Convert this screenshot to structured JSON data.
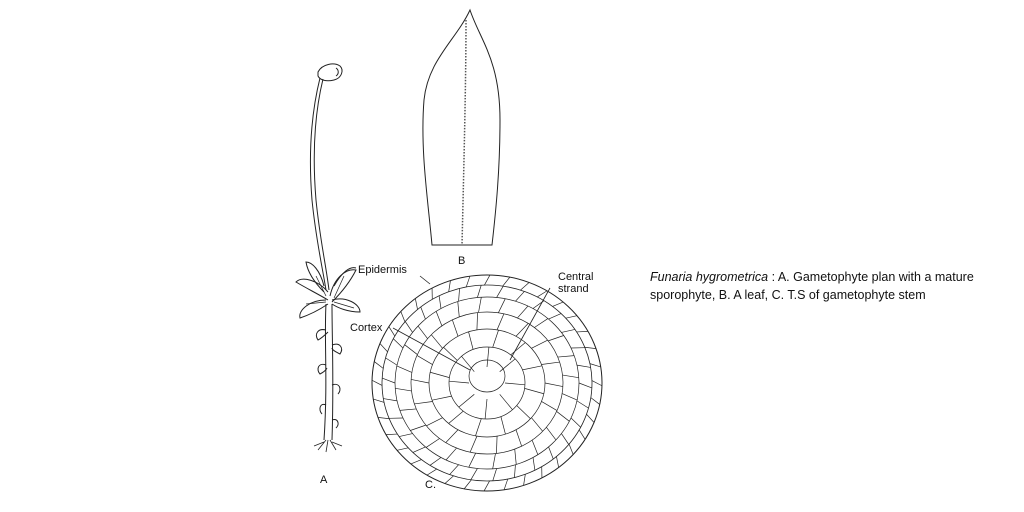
{
  "labels": {
    "epidermis": "Epidermis",
    "central_strand": "Central\nstrand",
    "cortex": "Cortex",
    "fig_a": "A",
    "fig_b": "B",
    "fig_c": "C."
  },
  "caption": {
    "species": "Funaria hygrometrica",
    "text": " : A. Gametophyte plan with a mature sporophyte,  B. A leaf, C. T.S of gametophyte stem"
  }
}
